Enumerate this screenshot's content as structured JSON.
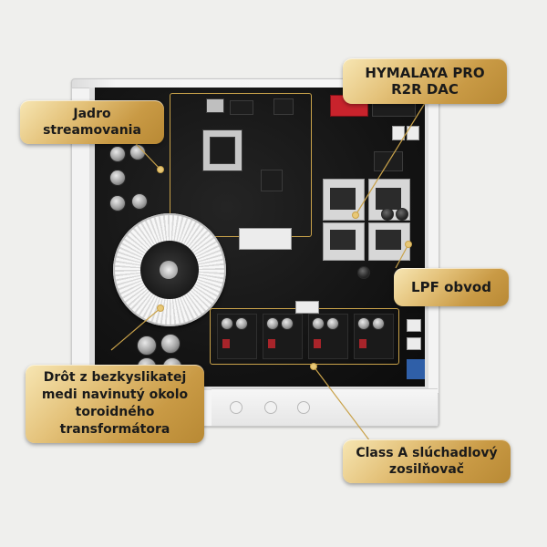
{
  "callouts": {
    "dac": "HYMALAYA PRO\nR2R DAC",
    "streaming": "Jadro\nstreamovania",
    "lpf": "LPF obvod",
    "wire": "Drôt z bezkyslikatej\nmedi navinutý okolo\ntoroidného\ntransformátora",
    "amp": "Class A slúchadlový\nzosilňovač"
  },
  "colors": {
    "gold": "#c9a24a",
    "background": "#efefed",
    "pcb": "#141414"
  },
  "icons": {
    "transformer": "toroidal-transformer-icon",
    "dac_connector": "red-connector-icon"
  }
}
